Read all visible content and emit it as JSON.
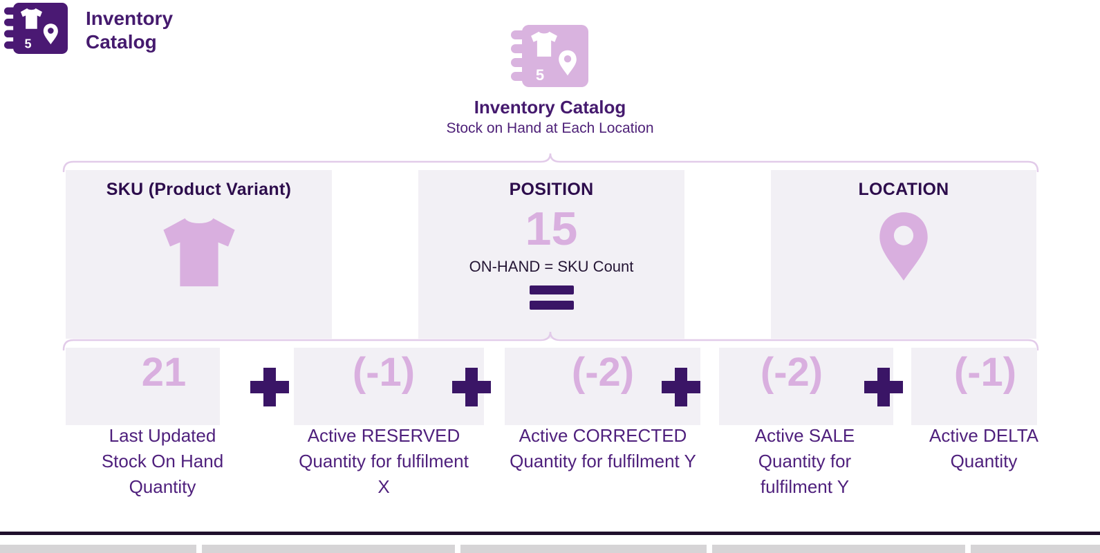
{
  "colors": {
    "dark_purple": "#451A6E",
    "header_purple": "#2D0D4C",
    "operator_purple": "#3A1566",
    "light_purple": "#D9AFDF",
    "panel_gray": "#F2F0F5",
    "brace_lavender": "#E2CBE9"
  },
  "logo": {
    "line1": "Inventory",
    "line2": "Catalog"
  },
  "icon_badge": "5",
  "hero": {
    "title": "Inventory Catalog",
    "subtitle": "Stock on Hand at Each Location"
  },
  "columns": {
    "sku": {
      "header": "SKU (Product Variant)",
      "icon": "tshirt-icon"
    },
    "position": {
      "header": "POSITION",
      "value": "15",
      "caption": "ON-HAND = SKU Count",
      "operator": "="
    },
    "location": {
      "header": "LOCATION",
      "icon": "location-pin-icon"
    }
  },
  "equation": {
    "operator": "+",
    "terms": [
      {
        "value": "21",
        "label": "Last Updated Stock On Hand Quantity"
      },
      {
        "value": "(-1)",
        "label": "Active RESERVED Quantity for fulfilment X"
      },
      {
        "value": "(-2)",
        "label": "Active CORRECTED Quantity for fulfilment Y"
      },
      {
        "value": "(-2)",
        "label": "Active SALE Quantity for fulfilment Y"
      },
      {
        "value": "(-1)",
        "label": "Active DELTA Quantity"
      }
    ]
  }
}
